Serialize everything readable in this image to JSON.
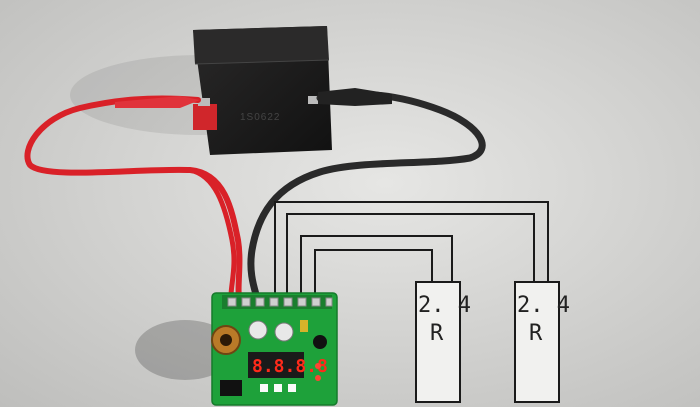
{
  "battery": {
    "stamp": "1S0622"
  },
  "resistors": [
    {
      "value": "2. 4",
      "unit": "R"
    },
    {
      "value": "2. 4",
      "unit": "R"
    }
  ],
  "display": {
    "reading": "8.8.8.8"
  },
  "colors": {
    "background": "#d8d8d6",
    "battery": "#1c1b1b",
    "red_wire": "#e0262a",
    "black_wire": "#2a2a2a",
    "pcb": "#1ea13a",
    "resistor_body": "#f1f1ef",
    "diagram_line": "#1a1a1a",
    "led_digit": "#ff2a1a"
  }
}
